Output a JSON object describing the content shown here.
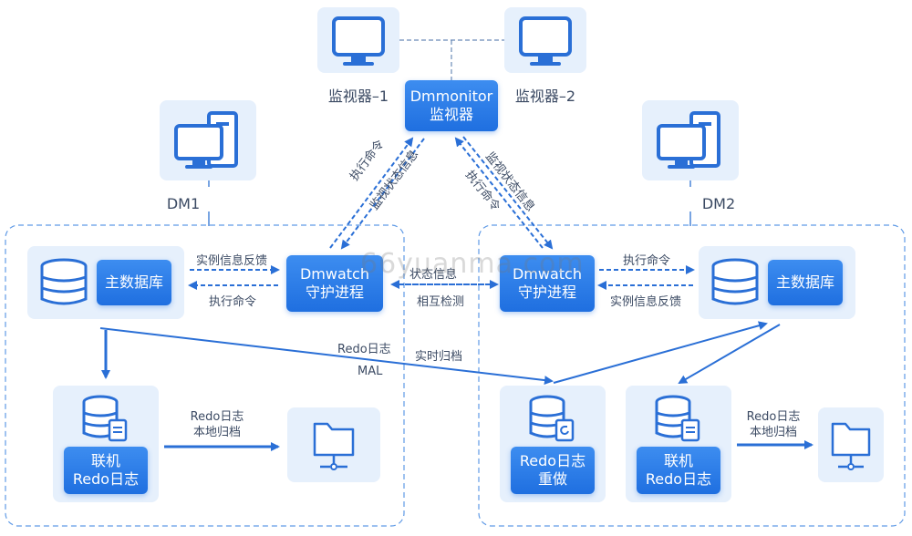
{
  "monitor1": {
    "label": "监视器–1",
    "icon": "monitor-icon"
  },
  "monitor2": {
    "label": "监视器–2",
    "icon": "monitor-icon"
  },
  "dmmonitor": {
    "line1": "Dmmonitor",
    "line2": "监视器"
  },
  "dm1": {
    "label": "DM1",
    "icon": "desktop-computer-icon"
  },
  "dm2": {
    "label": "DM2",
    "icon": "desktop-computer-icon"
  },
  "left": {
    "main_db": "主数据库",
    "dmwatch_line1": "Dmwatch",
    "dmwatch_line2": "守护进程",
    "feedback": "实例信息反馈",
    "exec": "执行命令",
    "online_line1": "联机",
    "online_line2": "Redo日志",
    "archive_line1": "Redo日志",
    "archive_line2": "本地归档"
  },
  "right": {
    "main_db": "主数据库",
    "dmwatch_line1": "Dmwatch",
    "dmwatch_line2": "守护进程",
    "exec": "执行命令",
    "feedback": "实例信息反馈",
    "redo_line1": "Redo日志",
    "redo_line2": "重做",
    "online_line1": "联机",
    "online_line2": "Redo日志",
    "archive_line1": "Redo日志",
    "archive_line2": "本地归档"
  },
  "middle": {
    "status": "状态信息",
    "mutual": "相互检测",
    "redo_log": "Redo日志",
    "realtime": "实时归档",
    "mal": "MAL"
  },
  "diag": {
    "left_exec": "执行命令",
    "left_status": "监视状态信息",
    "right_status": "监视状态信息",
    "right_exec": "执行命令"
  },
  "watermark": "66yuanma.com",
  "colors": {
    "accent": "#2a7be8",
    "tile": "#e6f0fc",
    "line": "#4a86d8"
  }
}
